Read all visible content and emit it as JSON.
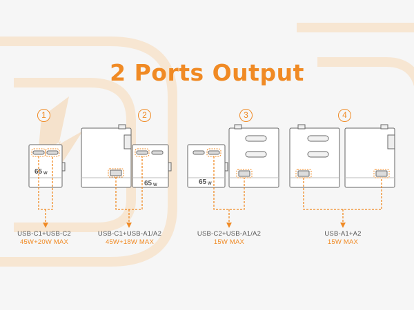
{
  "title": "2 Ports Output",
  "colors": {
    "accent": "#f08a24",
    "device": "#ffffff",
    "outline": "#555555",
    "text": "#555555"
  },
  "configs": [
    {
      "badge": "1",
      "ports": "USB-C1+USB-C2",
      "power": "45W+20W MAX"
    },
    {
      "badge": "2",
      "ports": "USB-C1+USB-A1/A2",
      "power": "45W+18W MAX"
    },
    {
      "badge": "3",
      "ports": "USB-C2+USB-A1/A2",
      "power": "15W MAX"
    },
    {
      "badge": "4",
      "ports": "USB-A1+A2",
      "power": "15W MAX"
    }
  ],
  "device": {
    "wattage": "65",
    "unit": "W"
  }
}
